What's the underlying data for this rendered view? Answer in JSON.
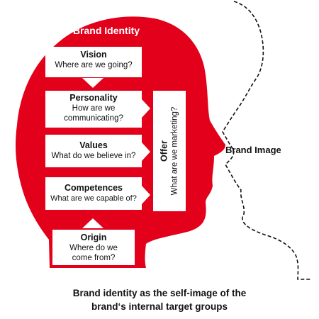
{
  "colors": {
    "head": "#E2001A",
    "box": "#ffffff",
    "text": "#111111"
  },
  "diagram": {
    "title": "Brand Identity",
    "boxes": [
      {
        "id": "vision",
        "title": "Vision",
        "question": "Where are we going?"
      },
      {
        "id": "personality",
        "title": "Personality",
        "question": "How are we communicating?"
      },
      {
        "id": "values",
        "title": "Values",
        "question": "What do we believe in?"
      },
      {
        "id": "competences",
        "title": "Competences",
        "question": "What are we capable of?"
      },
      {
        "id": "origin",
        "title": "Origin",
        "question": "Where do we come from?"
      }
    ],
    "offer": {
      "title": "Offer",
      "question": "What are we marketing?"
    },
    "brand_image": "Brand Image",
    "caption_line1": "Brand identity as the self-image of the",
    "caption_line2": "brand‘s internal target groups"
  }
}
